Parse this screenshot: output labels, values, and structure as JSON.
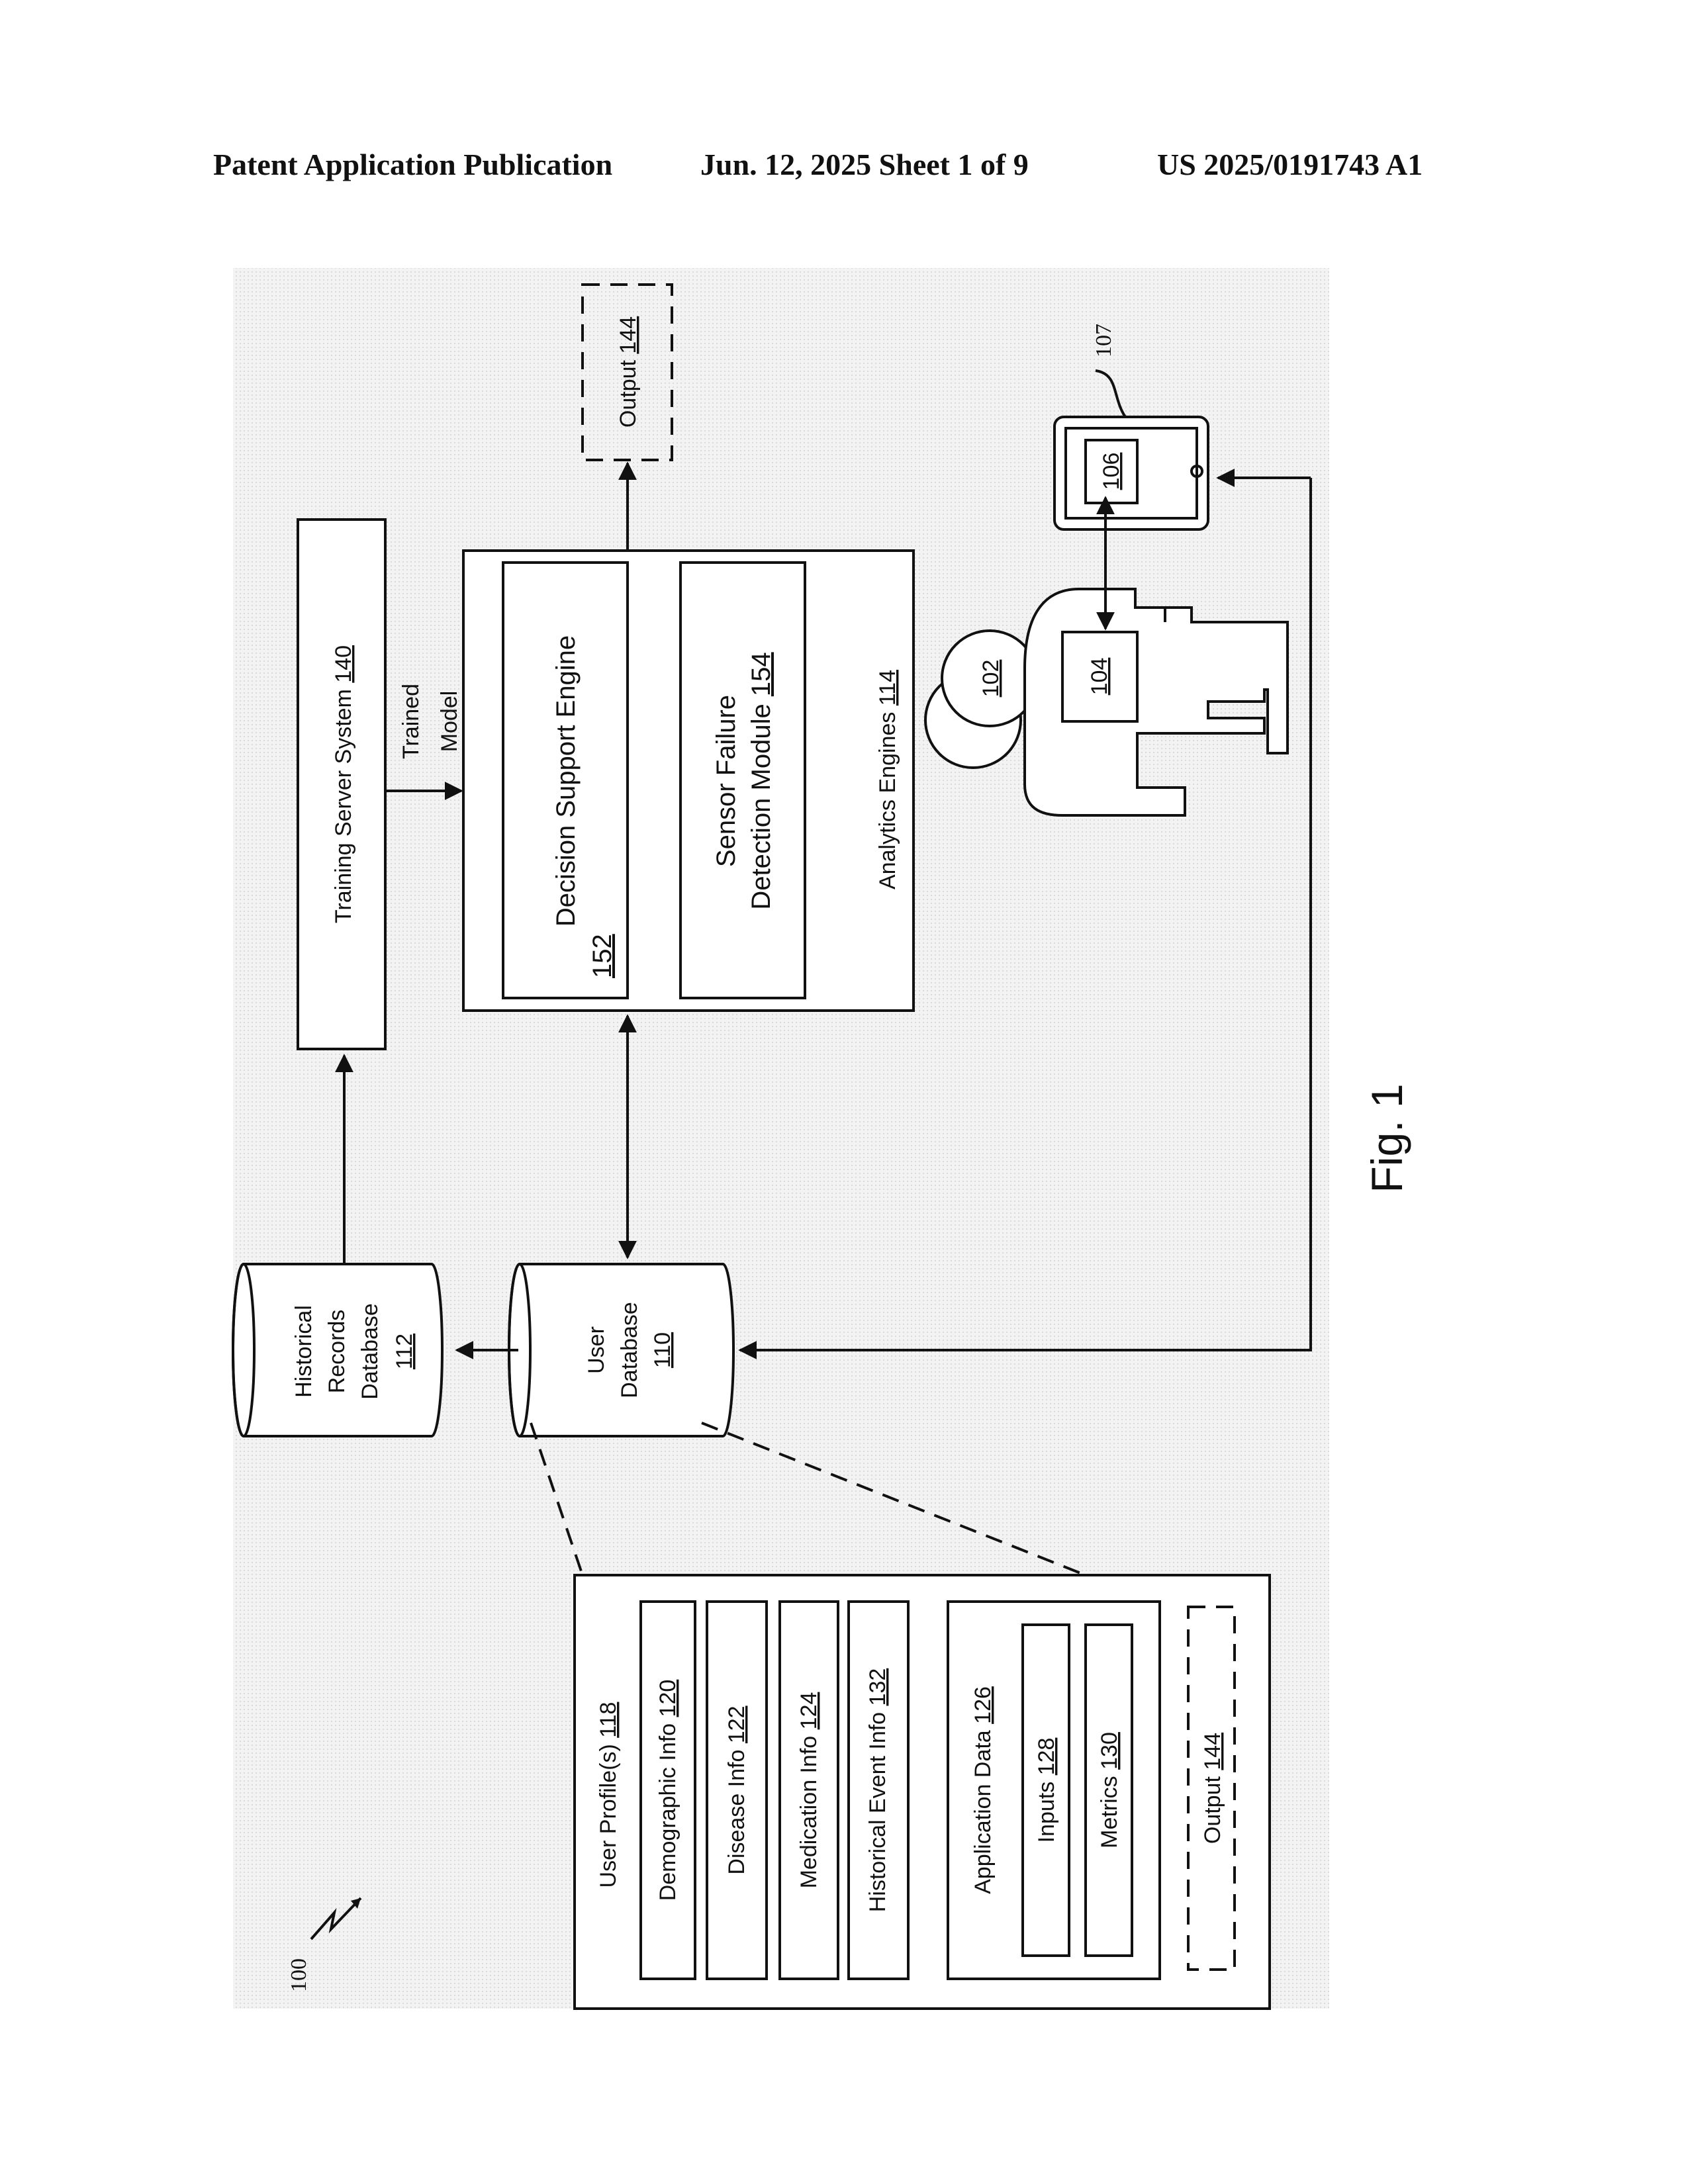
{
  "header": {
    "left": "Patent Application Publication",
    "center": "Jun. 12, 2025  Sheet 1 of 9",
    "right": "US 2025/0191743 A1"
  },
  "figure": {
    "fig_label": "Fig. 1",
    "system_ref": "100",
    "device_ref": "107",
    "training_server": {
      "name": "Training Server System",
      "num": "140"
    },
    "trained_model": {
      "line1": "Trained",
      "line2": "Model"
    },
    "output_top": {
      "name": "Output",
      "num": "144"
    },
    "analytics": {
      "name": "Analytics Engines",
      "num": "114"
    },
    "decision_support": {
      "name": "Decision Support Engine",
      "num": "152"
    },
    "sensor_failure": {
      "line1": "Sensor Failure",
      "line2": "Detection Module",
      "num": "154"
    },
    "patient_head": {
      "num": "102"
    },
    "patient_sensor": {
      "num": "104"
    },
    "device_app": {
      "num": "106"
    },
    "historical_db": {
      "line1": "Historical",
      "line2": "Records",
      "line3": "Database",
      "num": "112"
    },
    "user_db": {
      "line1": "User",
      "line2": "Database",
      "num": "110"
    },
    "user_profiles": {
      "name": "User Profile(s)",
      "num": "118"
    },
    "demographic": {
      "name": "Demographic Info",
      "num": "120"
    },
    "disease": {
      "name": "Disease Info",
      "num": "122"
    },
    "medication": {
      "name": "Medication Info",
      "num": "124"
    },
    "historical_event": {
      "name": "Historical Event Info",
      "num": "132"
    },
    "application_data": {
      "name": "Application Data",
      "num": "126"
    },
    "inputs": {
      "name": "Inputs",
      "num": "128"
    },
    "metrics": {
      "name": "Metrics",
      "num": "130"
    },
    "output_profile": {
      "name": "Output",
      "num": "144"
    }
  }
}
